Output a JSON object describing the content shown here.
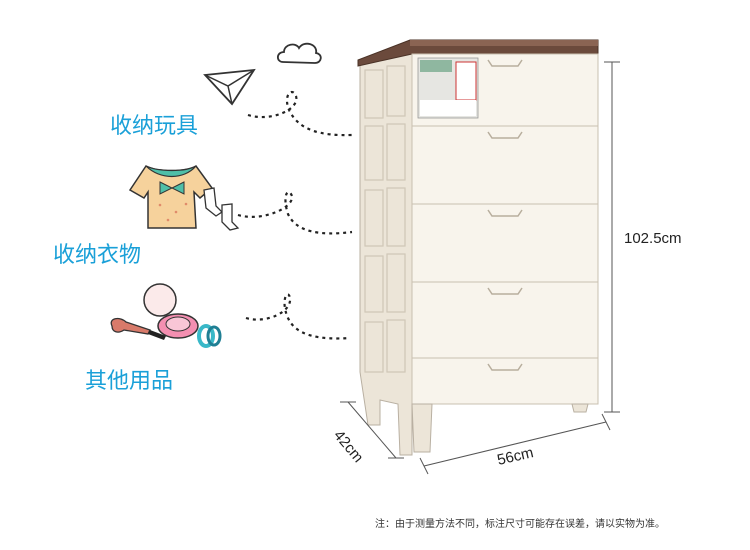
{
  "labels": {
    "toys": "收纳玩具",
    "clothes": "收纳衣物",
    "other": "其他用品"
  },
  "dimensions": {
    "height": "102.5cm",
    "width": "56cm",
    "depth": "42cm"
  },
  "note": "注：由于测量方法不同，标注尺寸可能存在误差，请以实物为准。",
  "icons": [
    "cloud-icon",
    "paper-plane-icon",
    "shirt-icon",
    "socks-icon",
    "compact-mirror-icon",
    "makeup-brush-icon",
    "hair-tie-icon"
  ],
  "colors": {
    "label_blue": "#1aa0d8",
    "drawer_body": "#f3eee4",
    "top_wood": "#6b4a3c",
    "shirt": "#f6d29c",
    "collar": "#4fbfa8"
  },
  "drawer_count": 5
}
